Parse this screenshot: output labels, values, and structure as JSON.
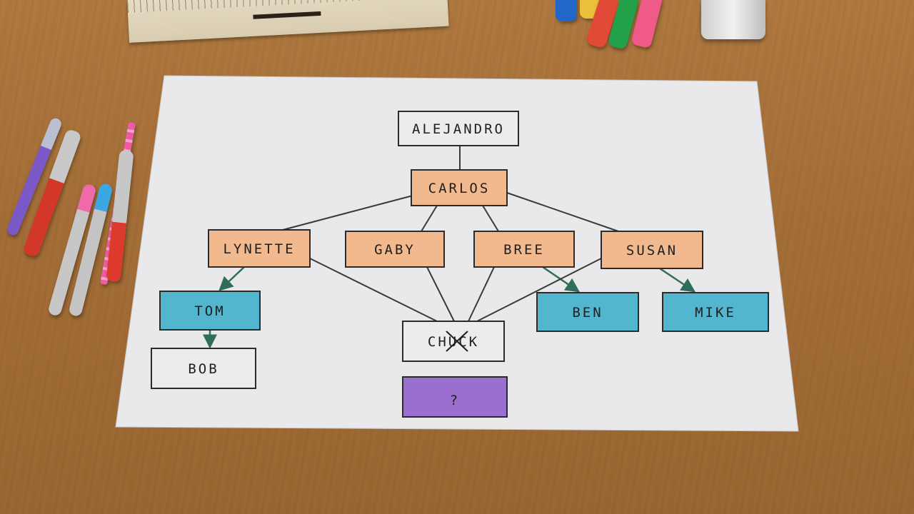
{
  "diagram": {
    "nodes": [
      {
        "id": "alejandro",
        "label": "ALEJANDRO",
        "color": "#ececec"
      },
      {
        "id": "carlos",
        "label": "CARLOS",
        "color": "#f2b98e"
      },
      {
        "id": "lynette",
        "label": "LYNETTE",
        "color": "#f2b98e"
      },
      {
        "id": "gaby",
        "label": "GABY",
        "color": "#f2b98e"
      },
      {
        "id": "bree",
        "label": "BREE",
        "color": "#f2b98e"
      },
      {
        "id": "susan",
        "label": "SUSAN",
        "color": "#f2b98e"
      },
      {
        "id": "tom",
        "label": "TOM",
        "color": "#53b6cf"
      },
      {
        "id": "ben",
        "label": "BEN",
        "color": "#53b6cf"
      },
      {
        "id": "mike",
        "label": "MIKE",
        "color": "#53b6cf"
      },
      {
        "id": "bob",
        "label": "BOB",
        "color": "#ececec"
      },
      {
        "id": "chuck",
        "label": "CHUCK",
        "color": "#ececec",
        "crossed": "U"
      },
      {
        "id": "unknown",
        "label": "?",
        "color": "#9a6fd0"
      }
    ],
    "edges": [
      {
        "from": "alejandro",
        "to": "carlos",
        "arrow": false
      },
      {
        "from": "carlos",
        "to": "lynette",
        "arrow": false
      },
      {
        "from": "carlos",
        "to": "gaby",
        "arrow": false
      },
      {
        "from": "carlos",
        "to": "bree",
        "arrow": false
      },
      {
        "from": "carlos",
        "to": "susan",
        "arrow": false
      },
      {
        "from": "lynette",
        "to": "tom",
        "arrow": true
      },
      {
        "from": "tom",
        "to": "bob",
        "arrow": true
      },
      {
        "from": "bree",
        "to": "ben",
        "arrow": true
      },
      {
        "from": "susan",
        "to": "mike",
        "arrow": true
      },
      {
        "from": "lynette",
        "to": "chuck",
        "arrow": false
      },
      {
        "from": "gaby",
        "to": "chuck",
        "arrow": false
      },
      {
        "from": "bree",
        "to": "chuck",
        "arrow": false
      },
      {
        "from": "susan",
        "to": "chuck",
        "arrow": false
      }
    ],
    "colors": {
      "line": "#3a3a3a",
      "arrow": "#2f6e5a",
      "paper": "#e9e9ec"
    }
  }
}
